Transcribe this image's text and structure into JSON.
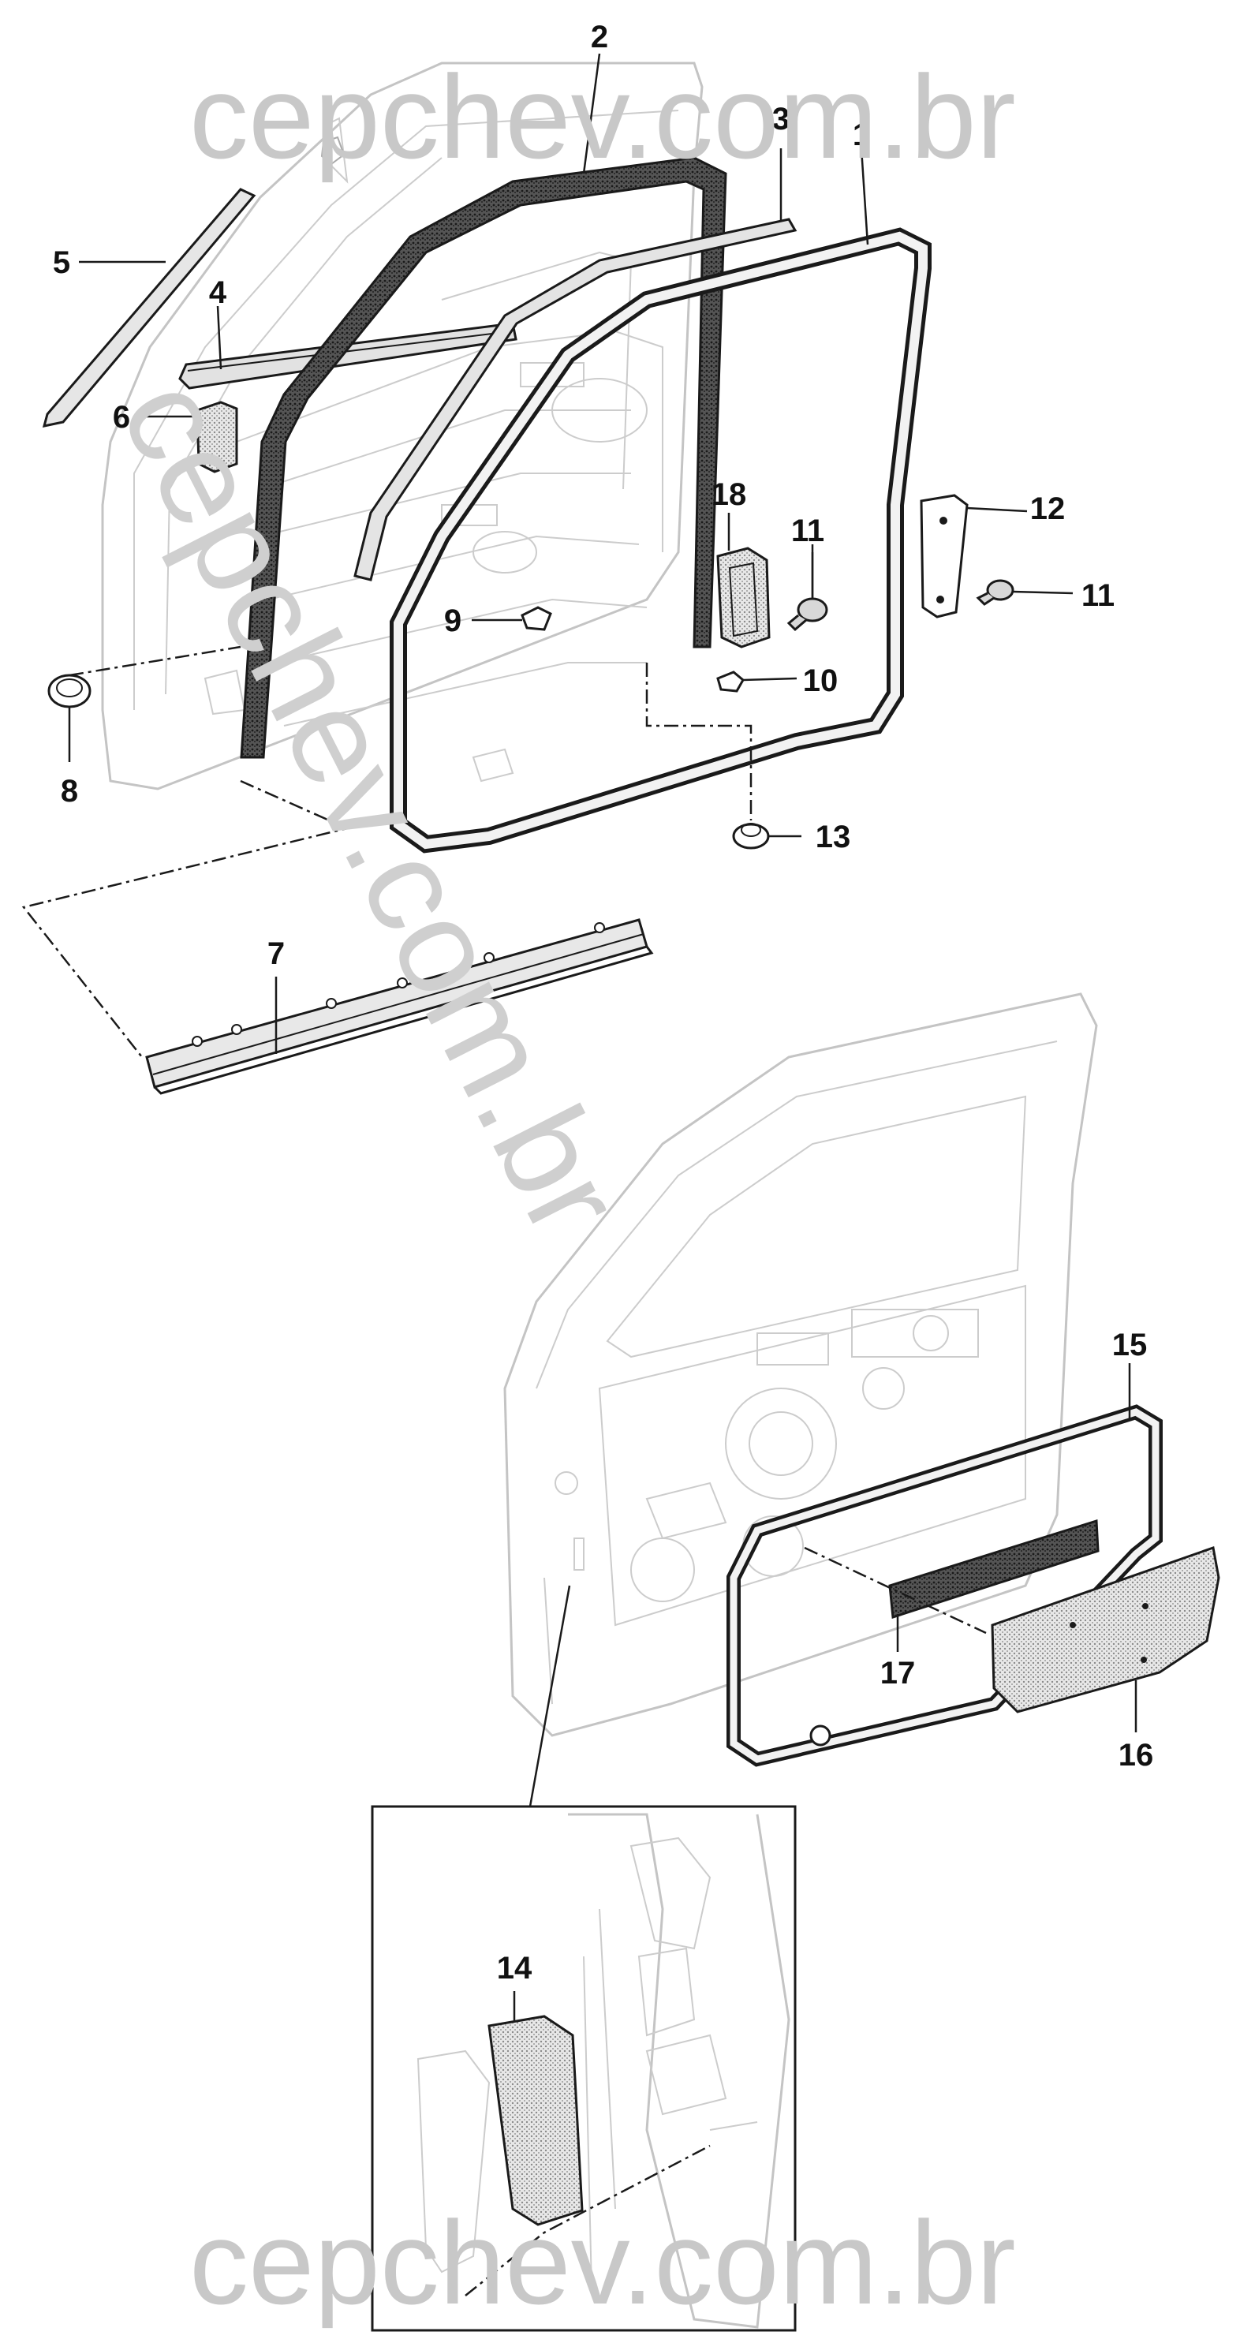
{
  "watermark": {
    "top": "cepchev.com.br",
    "diagonal": "cepchev.com.br",
    "bottom": "cepchev.com.br"
  },
  "callouts": {
    "c1": "1",
    "c2": "2",
    "c3": "3",
    "c4": "4",
    "c5": "5",
    "c6": "6",
    "c7": "7",
    "c8": "8",
    "c9": "9",
    "c10": "10",
    "c11a": "11",
    "c11b": "11",
    "c12": "12",
    "c13": "13",
    "c14": "14",
    "c15": "15",
    "c16": "16",
    "c17": "17",
    "c18": "18"
  },
  "colors": {
    "line": "#1a1a1a",
    "ghost": "#c4c4c4",
    "watermark": "#c8c8c8",
    "stipple": "#9a9a9a"
  }
}
